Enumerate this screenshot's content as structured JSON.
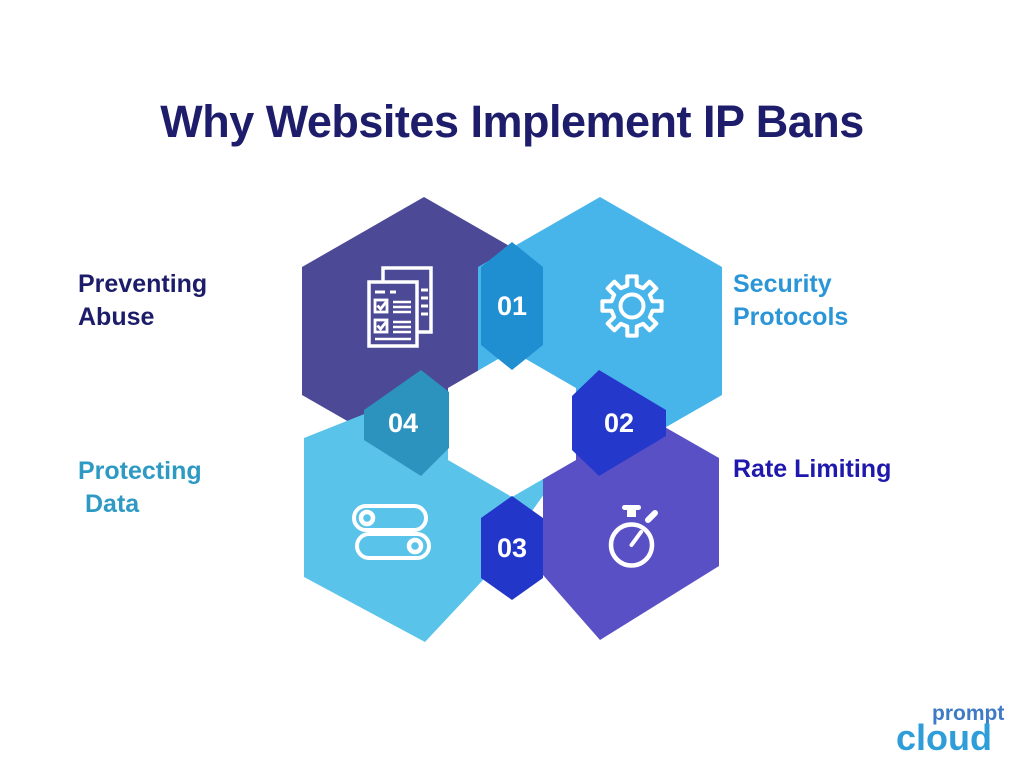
{
  "title": "Why Websites Implement IP Bans",
  "title_color": "#1d1d6b",
  "hexagons": [
    {
      "position": "top-left",
      "label": "Preventing Abuse",
      "label_lines": [
        "Preventing",
        "Abuse"
      ],
      "icon": "checklist-document-icon",
      "color": "#4c4996",
      "label_color": "#1c1c6a"
    },
    {
      "position": "top-right",
      "label": "Security Protocols",
      "label_lines": [
        "Security",
        "Protocols"
      ],
      "icon": "gear-icon",
      "color": "#47b5ea",
      "label_color": "#2b96d7"
    },
    {
      "position": "bottom-left",
      "label": "Protecting Data",
      "label_lines": [
        "Protecting",
        "Data"
      ],
      "icon": "toggle-switches-icon",
      "color": "#5ac3e9",
      "label_color": "#2e9ac4"
    },
    {
      "position": "bottom-right",
      "label": "Rate Limiting",
      "label_lines": [
        "Rate Limiting"
      ],
      "icon": "stopwatch-icon",
      "color": "#5a50c6",
      "label_color": "#1e18ad"
    }
  ],
  "badges": [
    {
      "number": "01",
      "position": "top-center",
      "color": "#1f8fd2"
    },
    {
      "number": "02",
      "position": "right-center",
      "color": "#2439cb"
    },
    {
      "number": "03",
      "position": "bottom-center",
      "color": "#2236c9"
    },
    {
      "number": "04",
      "position": "left-center",
      "color": "#2c93bf"
    }
  ],
  "center_hexagon_color": "#ffffff",
  "logo": {
    "prompt": "prompt",
    "cloud": "cloud"
  }
}
